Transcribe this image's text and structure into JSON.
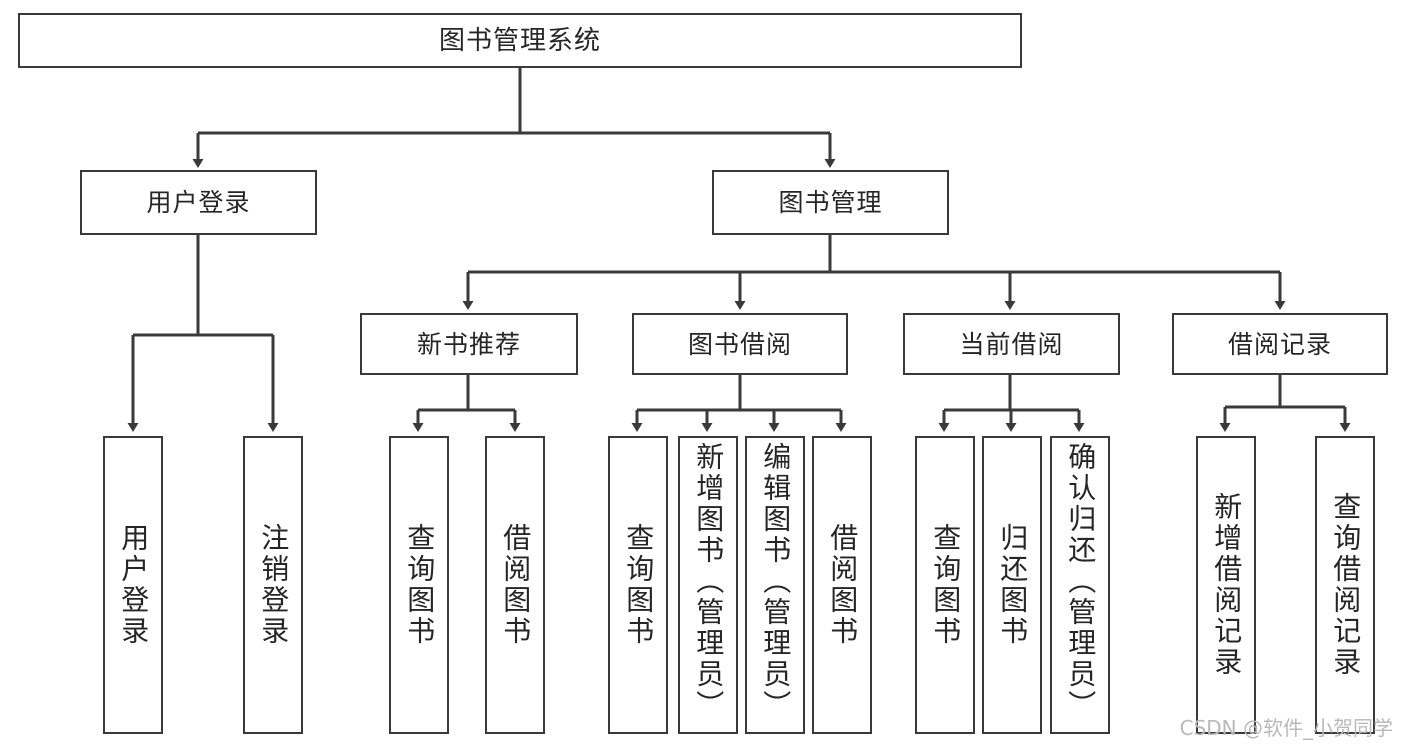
{
  "diagram": {
    "type": "tree-hierarchy-chart",
    "title": "图书管理系统",
    "orientation": "top-down",
    "colors": {
      "box_border": "#3a3a3a",
      "box_fill": "#ffffff",
      "edge": "#3a3a3a",
      "text": "#262626",
      "watermark": "#b9b9b9",
      "background": "#ffffff"
    },
    "levels": {
      "root": "图书管理系统",
      "level2": [
        "用户登录",
        "图书管理"
      ],
      "level3": [
        "新书推荐",
        "图书借阅",
        "当前借阅",
        "借阅记录"
      ]
    },
    "nodes": {
      "root": {
        "label": "图书管理系统"
      },
      "user_login": {
        "label": "用户登录"
      },
      "book_manage": {
        "label": "图书管理"
      },
      "new_book_rec": {
        "label": "新书推荐"
      },
      "book_borrow": {
        "label": "图书借阅"
      },
      "current_borrow": {
        "label": "当前借阅"
      },
      "borrow_record": {
        "label": "借阅记录"
      },
      "leaf_user_login": {
        "label": "用户登录"
      },
      "leaf_logout": {
        "label": "注销登录"
      },
      "leaf_query_book_a": {
        "label": "查询图书"
      },
      "leaf_borrow_book_a": {
        "label": "借阅图书"
      },
      "leaf_query_book_b": {
        "label": "查询图书"
      },
      "leaf_add_book": {
        "label": "新增图书（管理员）"
      },
      "leaf_edit_book": {
        "label": "编辑图书（管理员）"
      },
      "leaf_borrow_book_b": {
        "label": "借阅图书"
      },
      "leaf_query_book_c": {
        "label": "查询图书"
      },
      "leaf_return_book": {
        "label": "归还图书"
      },
      "leaf_confirm_return": {
        "label": "确认归还（管理员）"
      },
      "leaf_add_record": {
        "label": "新增借阅记录"
      },
      "leaf_query_record": {
        "label": "查询借阅记录"
      }
    },
    "edges": [
      {
        "from": "root",
        "to": "user_login"
      },
      {
        "from": "root",
        "to": "book_manage"
      },
      {
        "from": "user_login",
        "to": "leaf_user_login"
      },
      {
        "from": "user_login",
        "to": "leaf_logout"
      },
      {
        "from": "book_manage",
        "to": "new_book_rec"
      },
      {
        "from": "book_manage",
        "to": "book_borrow"
      },
      {
        "from": "book_manage",
        "to": "current_borrow"
      },
      {
        "from": "book_manage",
        "to": "borrow_record"
      },
      {
        "from": "new_book_rec",
        "to": "leaf_query_book_a"
      },
      {
        "from": "new_book_rec",
        "to": "leaf_borrow_book_a"
      },
      {
        "from": "book_borrow",
        "to": "leaf_query_book_b"
      },
      {
        "from": "book_borrow",
        "to": "leaf_add_book"
      },
      {
        "from": "book_borrow",
        "to": "leaf_edit_book"
      },
      {
        "from": "book_borrow",
        "to": "leaf_borrow_book_b"
      },
      {
        "from": "current_borrow",
        "to": "leaf_query_book_c"
      },
      {
        "from": "current_borrow",
        "to": "leaf_return_book"
      },
      {
        "from": "current_borrow",
        "to": "leaf_confirm_return"
      },
      {
        "from": "borrow_record",
        "to": "leaf_add_record"
      },
      {
        "from": "borrow_record",
        "to": "leaf_query_record"
      }
    ]
  },
  "watermark": {
    "text": "CSDN @软件_小贺同学"
  }
}
